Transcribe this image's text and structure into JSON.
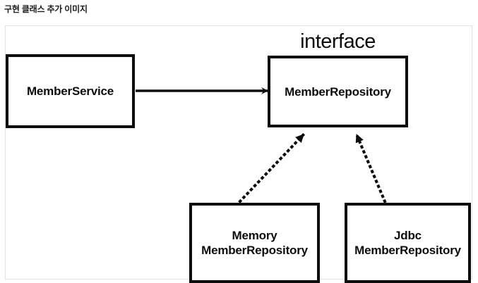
{
  "caption": {
    "text": "구현 클래스 추가 이미지"
  },
  "diagram": {
    "title": "",
    "stereotype_label": "interface",
    "nodes": [
      {
        "id": "member-service",
        "label": "MemberService"
      },
      {
        "id": "member-repository",
        "label": "MemberRepository"
      },
      {
        "id": "memory-member-repository",
        "label": "Memory\nMemberRepository"
      },
      {
        "id": "jdbc-member-repository",
        "label": "Jdbc\nMemberRepository"
      }
    ],
    "edges": [
      {
        "id": "uses",
        "from": "member-service",
        "to": "member-repository",
        "style": "solid",
        "arrow": "open"
      },
      {
        "id": "implements-memory",
        "from": "memory-member-repository",
        "to": "member-repository",
        "style": "dotted",
        "arrow": "triangle"
      },
      {
        "id": "implements-jdbc",
        "from": "jdbc-member-repository",
        "to": "member-repository",
        "style": "dotted",
        "arrow": "triangle"
      }
    ],
    "colors": {
      "stroke": "#0d0d0d",
      "fill": "#ffffff",
      "frame_border": "#e2e2e2",
      "caption_text": "#1b1b1b"
    }
  }
}
